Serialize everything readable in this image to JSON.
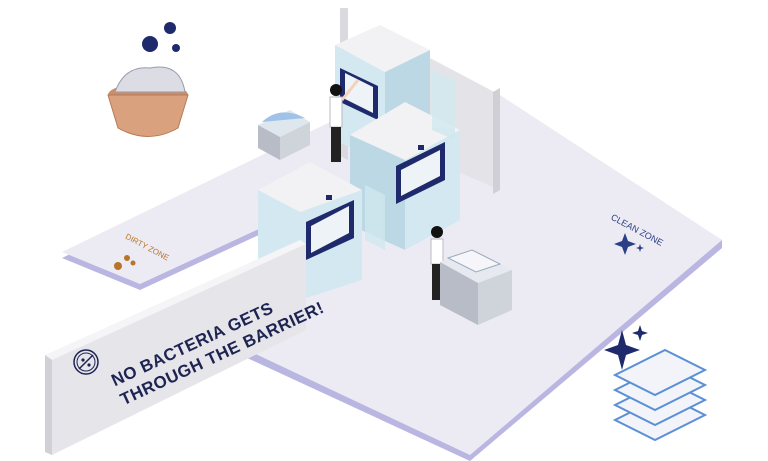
{
  "barrier": {
    "line1": "NO BACTERIA GETS",
    "line2": "THROUGH THE BARRIER!",
    "icon": "no-bacteria-icon"
  },
  "zones": {
    "dirty": "DIRTY ZONE",
    "clean": "CLEAN ZONE"
  },
  "colors": {
    "navy": "#1e2a6b",
    "floor": "#ecebf4",
    "floor_edge": "#b9b6e2",
    "machine": "#d3e8f0",
    "dirty": "#b8742a",
    "clean": "#2a3f86",
    "towel_stripe": "#5b8fd6"
  }
}
